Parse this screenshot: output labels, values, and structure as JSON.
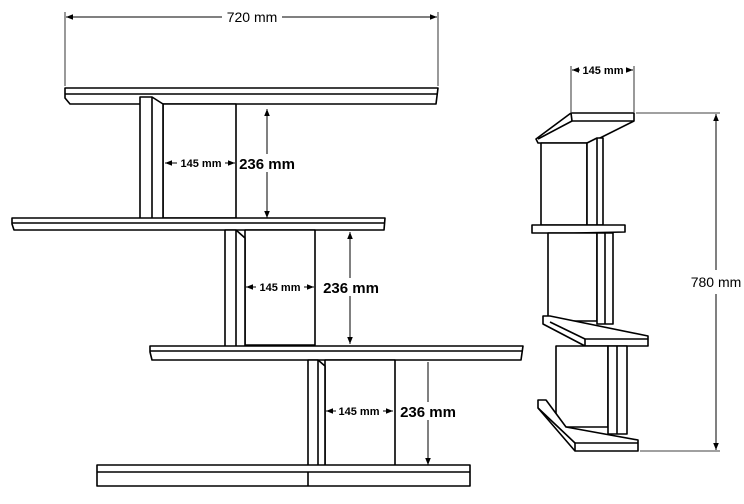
{
  "title": "Shelf dimension drawing",
  "dimensions": {
    "total_width": "720 mm",
    "total_height": "780 mm",
    "depth": "145 mm",
    "compartments": [
      {
        "width": "145 mm",
        "height": "236 mm"
      },
      {
        "width": "145 mm",
        "height": "236 mm"
      },
      {
        "width": "145 mm",
        "height": "236 mm"
      }
    ]
  },
  "colors": {
    "line": "#000000",
    "background": "#ffffff"
  }
}
